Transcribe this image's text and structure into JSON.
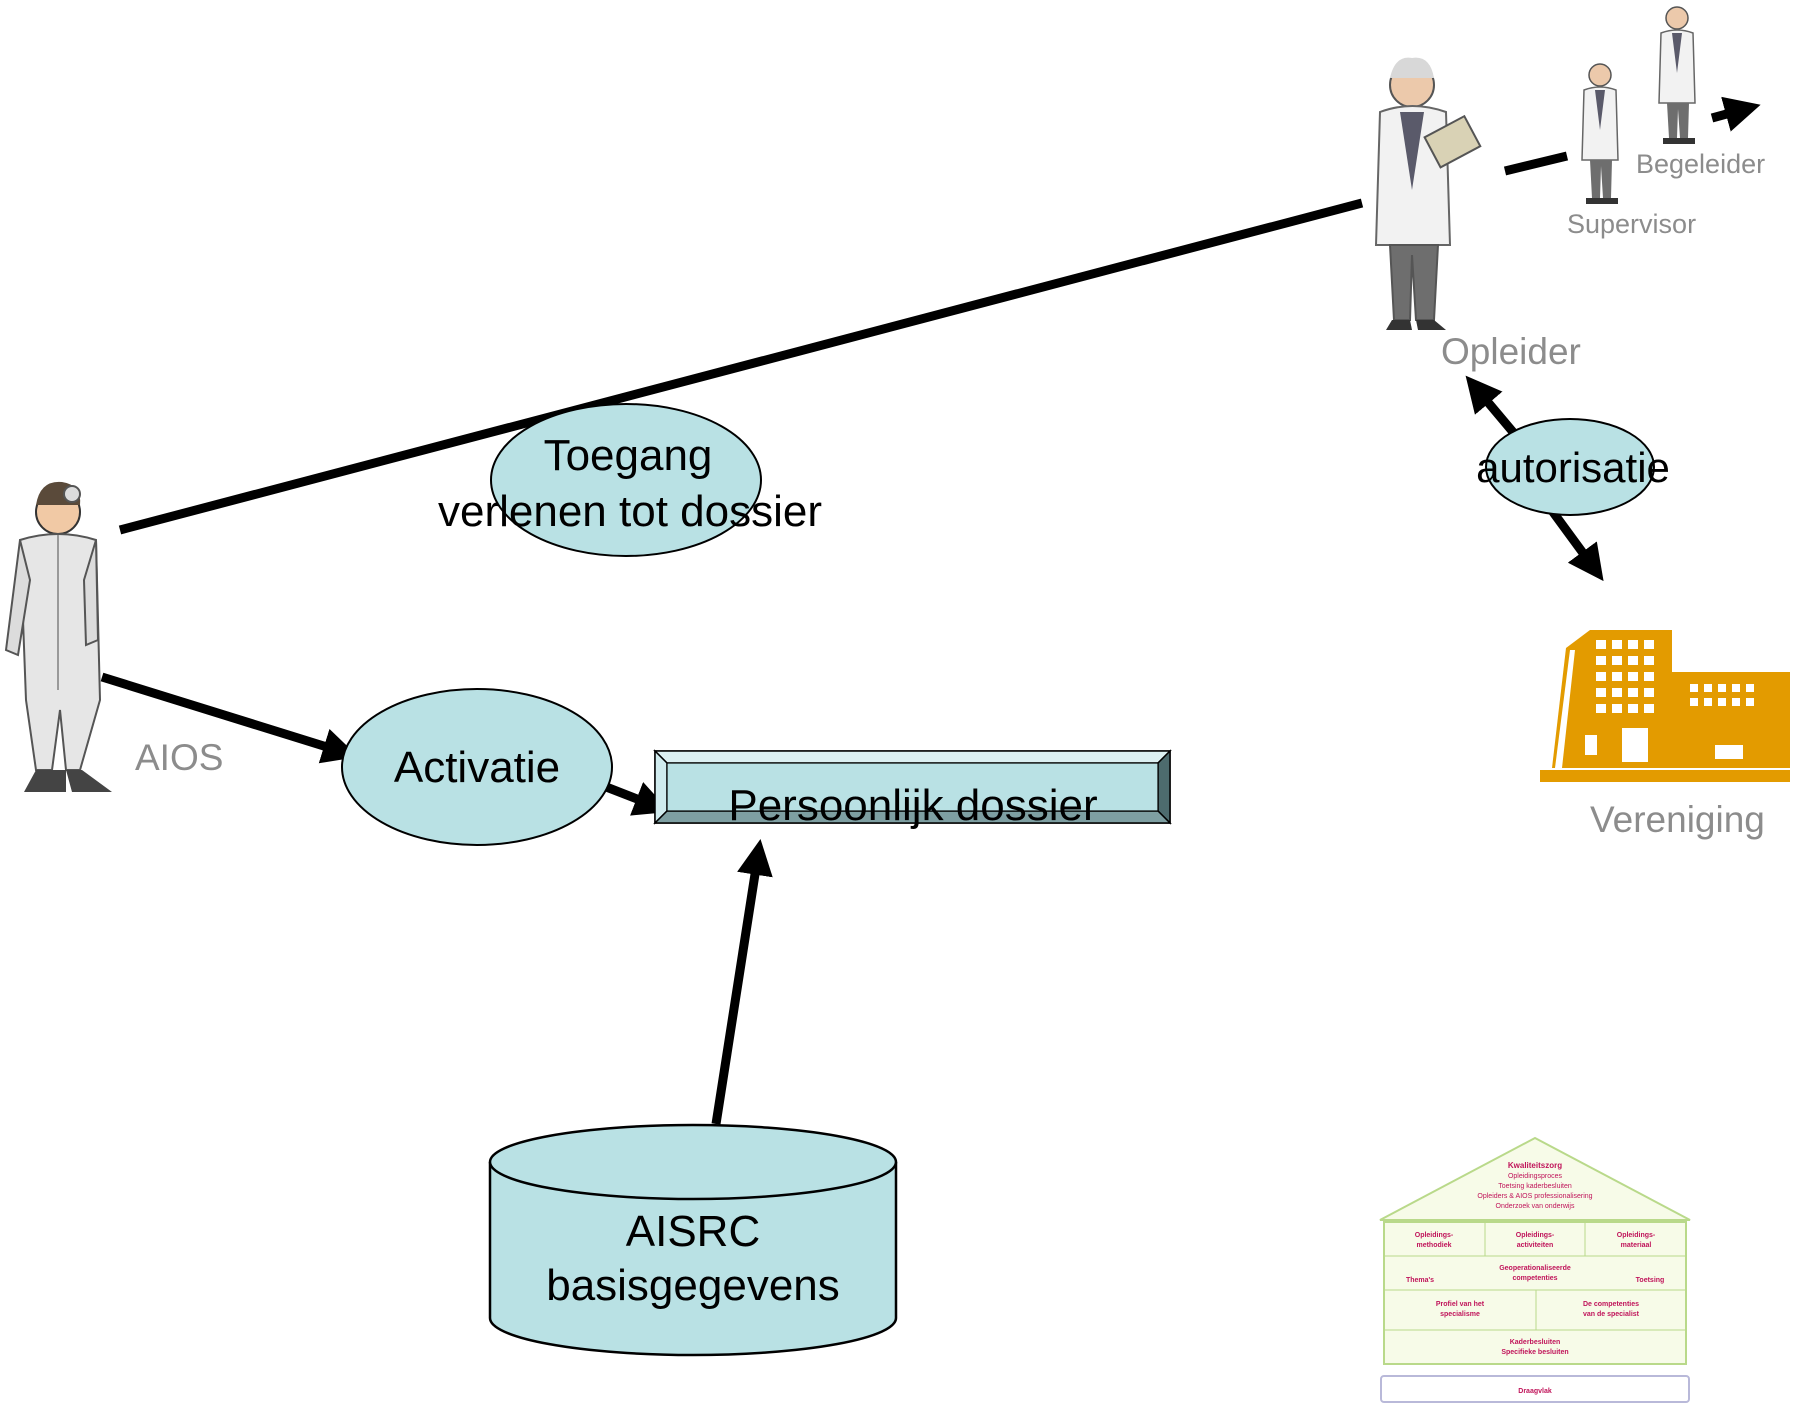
{
  "colors": {
    "shape_fill": "#b9e1e4",
    "line": "#000000",
    "gray_label": "#8c8c8c",
    "building": "#e39b00",
    "house_text": "#c0145a"
  },
  "actors": {
    "aios": {
      "label": "AIOS",
      "icon": "doctor-with-headlamp-icon"
    },
    "opleider": {
      "label": "Opleider",
      "icon": "doctor-with-clipboard-icon"
    },
    "supervisor": {
      "label": "Supervisor",
      "icon": "doctor-small-icon"
    },
    "begeleider": {
      "label": "Begeleider",
      "icon": "doctor-small-icon"
    },
    "vereniging": {
      "label": "Vereniging",
      "icon": "hospital-building-icon"
    }
  },
  "processes": {
    "toegang": {
      "line1": "Toegang",
      "line2": "verlenen tot dossier"
    },
    "activatie": {
      "label": "Activatie"
    },
    "autorisatie": {
      "label": "autorisatie"
    }
  },
  "dossier": {
    "label": "Persoonlijk dossier"
  },
  "database": {
    "line1": "AISRC",
    "line2": "basisgegevens"
  },
  "house": {
    "icon": "competency-house-diagram-icon",
    "roof": [
      "Kwaliteitszorg",
      "Opleidingsproces",
      "Toetsing kaderbesluiten",
      "Opleiders & AIOS professionalisering",
      "Onderzoek van onderwijs"
    ],
    "row1": [
      "Opleidings-",
      "methodiek",
      "Opleidings-",
      "activiteiten",
      "Opleidings-",
      "materiaal"
    ],
    "row2": [
      "Thema's",
      "Geoperationaliseerde",
      "competenties",
      "Toetsing"
    ],
    "row3": [
      "Profiel van het",
      "specialisme",
      "De competenties",
      "van de specialist"
    ],
    "row4": [
      "Kaderbesluiten",
      "Specifieke besluiten"
    ],
    "base": "Draagvlak"
  }
}
